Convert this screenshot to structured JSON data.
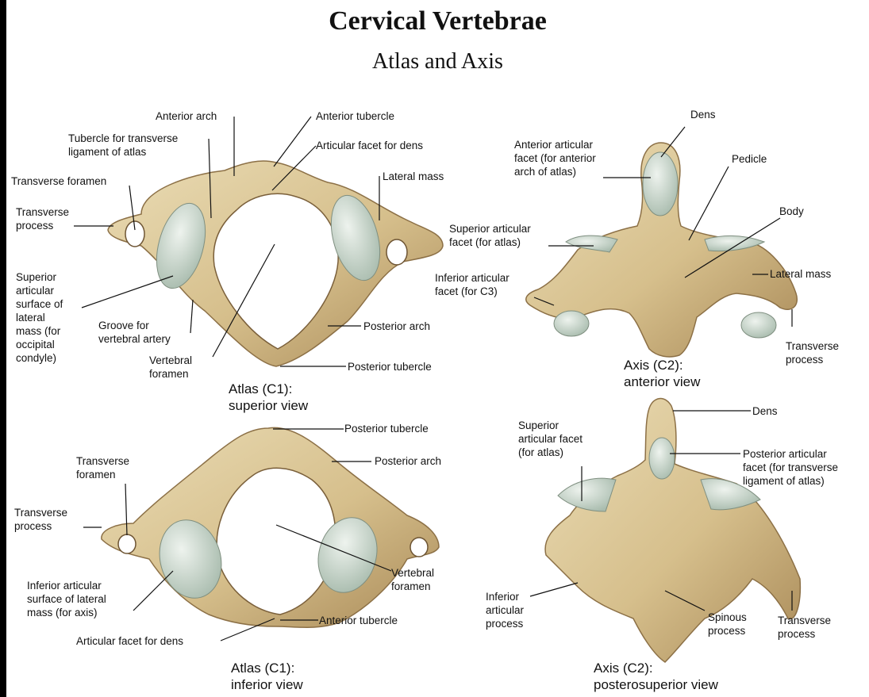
{
  "title": "Cervical Vertebrae",
  "subtitle": "Atlas and Axis",
  "colors": {
    "bone": "#d9c596",
    "bone_shadow": "#a6885a",
    "cartilage": "#cfdcd2",
    "background": "#ffffff",
    "frame": "#000000"
  },
  "views": {
    "atlas_superior": {
      "caption": "Atlas (C1):\nsuperior view",
      "labels": {
        "anterior_arch": "Anterior arch",
        "anterior_tubercle": "Anterior tubercle",
        "tubercle_transverse_ligament": "Tubercle for transverse\nligament of atlas",
        "articular_facet_dens": "Articular facet for dens",
        "transverse_foramen": "Transverse foramen",
        "lateral_mass": "Lateral mass",
        "transverse_process": "Transverse\nprocess",
        "superior_articular_surface": "Superior\narticular\nsurface of\nlateral\nmass (for\noccipital\ncondyle)",
        "groove_vertebral_artery": "Groove for\nvertebral artery",
        "posterior_arch": "Posterior arch",
        "vertebral_foramen": "Vertebral\nforamen",
        "posterior_tubercle": "Posterior tubercle"
      }
    },
    "axis_anterior": {
      "caption": "Axis (C2):\nanterior view",
      "labels": {
        "dens": "Dens",
        "anterior_articular_facet": "Anterior articular\nfacet (for anterior\narch of atlas)",
        "pedicle": "Pedicle",
        "body": "Body",
        "superior_articular_facet": "Superior articular\nfacet (for atlas)",
        "lateral_mass": "Lateral mass",
        "inferior_articular_facet": "Inferior articular\nfacet (for C3)",
        "transverse_process": "Transverse\nprocess"
      }
    },
    "atlas_inferior": {
      "caption": "Atlas (C1):\ninferior view",
      "labels": {
        "posterior_tubercle": "Posterior tubercle",
        "posterior_arch": "Posterior arch",
        "transverse_foramen": "Transverse\nforamen",
        "transverse_process": "Transverse\nprocess",
        "vertebral_foramen": "Vertebral\nforamen",
        "inferior_articular_surface": "Inferior articular\nsurface of lateral\nmass (for axis)",
        "anterior_tubercle": "Anterior tubercle",
        "articular_facet_dens": "Articular facet for dens"
      }
    },
    "axis_posterosuperior": {
      "caption": "Axis (C2):\nposterosuperior view",
      "labels": {
        "dens": "Dens",
        "superior_articular_facet": "Superior\narticular facet\n(for atlas)",
        "posterior_articular_facet": "Posterior articular\nfacet (for transverse\nligament of atlas)",
        "inferior_articular_process": "Inferior\narticular\nprocess",
        "spinous_process": "Spinous\nprocess",
        "transverse_process": "Transverse\nprocess"
      }
    }
  }
}
